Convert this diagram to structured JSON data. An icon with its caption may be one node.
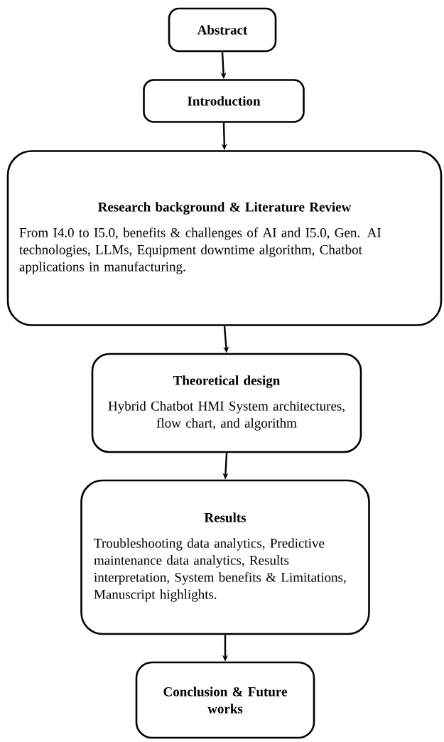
{
  "diagram": {
    "nodes": [
      {
        "text": [
          "Abstract"
        ]
      },
      {
        "text": [
          "Introduction"
        ]
      },
      {
        "text": [
          "Research background & Literature Review",
          "From I4.0 to I5.0, benefits & challenges of AI and I5.0, Gen. AI technologies, LLMs, Equipment downtime algorithm, Chatbot applications in manufacturing."
        ]
      },
      {
        "text": [
          "Theoretical design",
          "Hybrid Chatbot HMI System architectures, flow chart, and algorithm"
        ]
      },
      {
        "text": [
          "Results",
          "Troubleshooting data analytics, Predictive maintenance data analytics, Results interpretation, System benefits & Limitations, Manuscript highlights."
        ]
      },
      {
        "text": [
          "Conclusion & Future works"
        ]
      }
    ],
    "edges": [
      {
        "from": 0,
        "to": 1,
        "arrow": "to"
      },
      {
        "from": 1,
        "to": 2,
        "arrow": "to"
      },
      {
        "from": 2,
        "to": 3,
        "arrow": "to"
      },
      {
        "from": 3,
        "to": 4,
        "arrow": "to"
      },
      {
        "from": 4,
        "to": 5,
        "arrow": "to"
      }
    ]
  }
}
